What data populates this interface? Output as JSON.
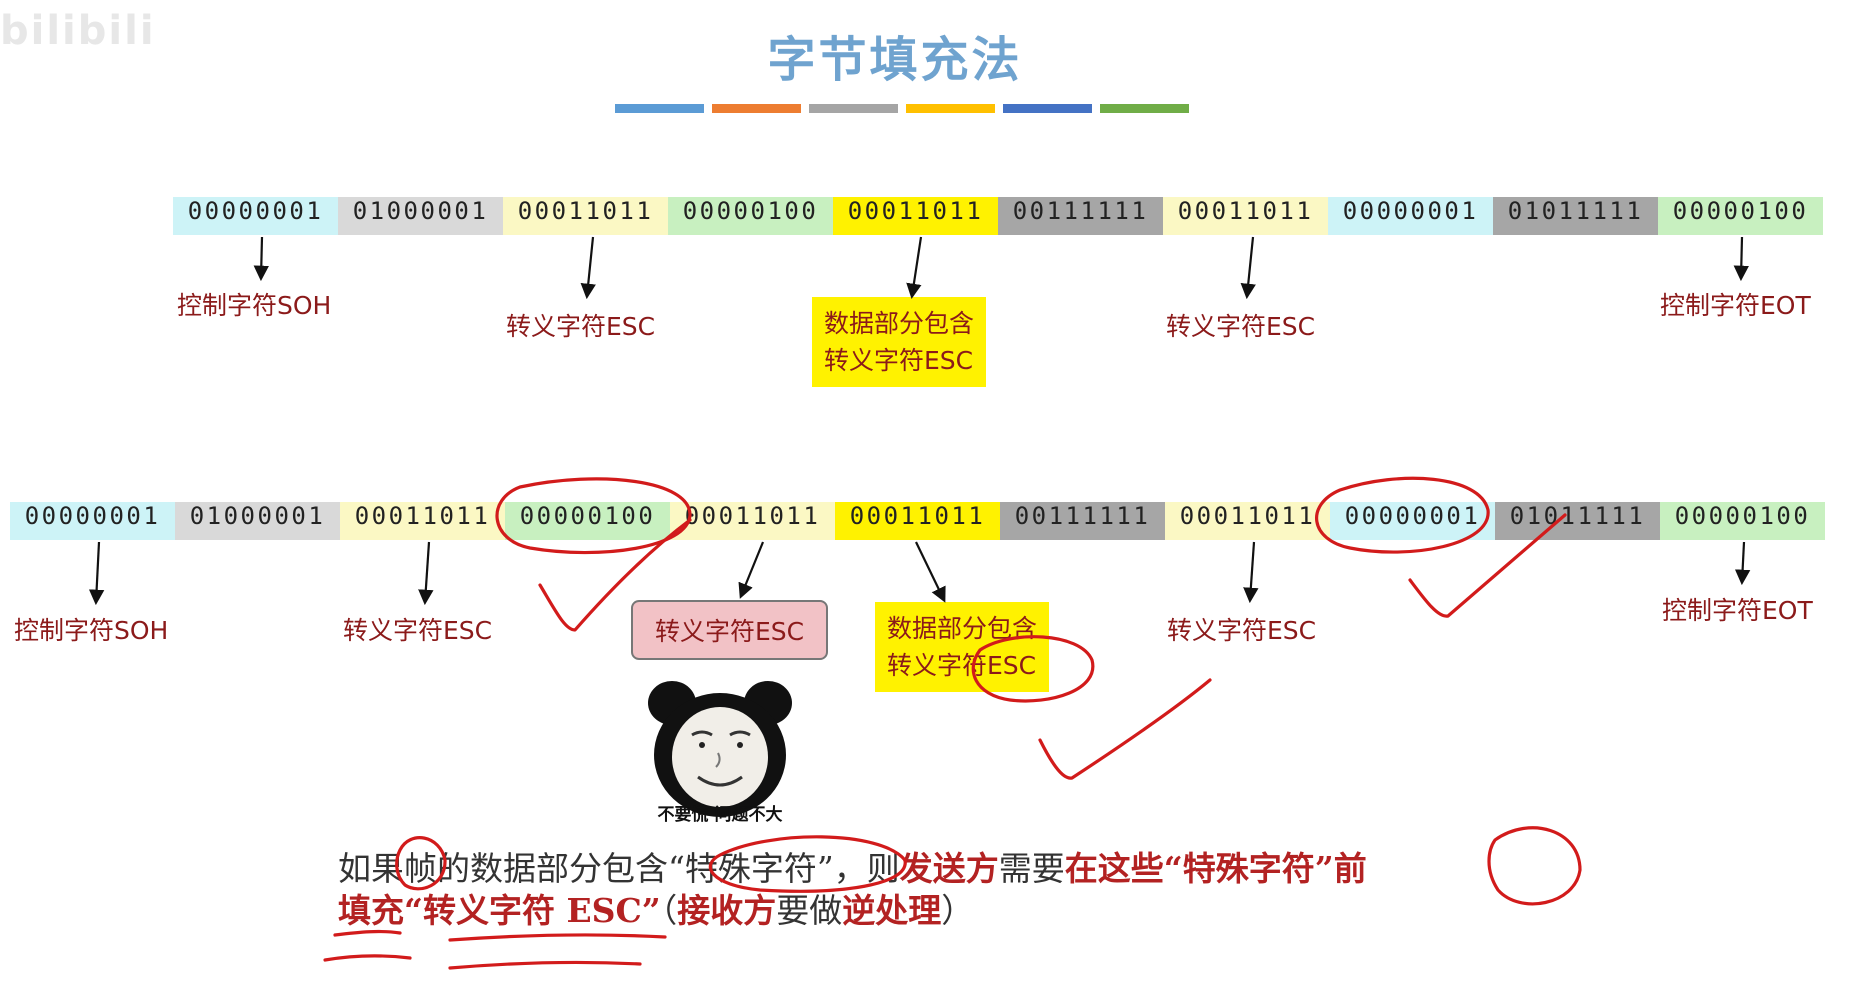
{
  "watermark": "bilibili",
  "title": "字节填充法",
  "palette": [
    "#5b9bd5",
    "#ed7d31",
    "#a5a5a5",
    "#ffc000",
    "#4472c4",
    "#70ad47"
  ],
  "frame1": {
    "cells": [
      {
        "bits": "00000001",
        "color": "#cdf3f7"
      },
      {
        "bits": "01000001",
        "color": "#d9d9d9"
      },
      {
        "bits": "00011011",
        "color": "#fbf8c4"
      },
      {
        "bits": "00000100",
        "color": "#c8f0c0"
      },
      {
        "bits": "00011011",
        "color": "#fff200"
      },
      {
        "bits": "00111111",
        "color": "#a6a6a6"
      },
      {
        "bits": "00011011",
        "color": "#fbf8c4"
      },
      {
        "bits": "00000001",
        "color": "#cdf3f7"
      },
      {
        "bits": "01011111",
        "color": "#a6a6a6"
      },
      {
        "bits": "00000100",
        "color": "#c8f0c0"
      }
    ],
    "labels": {
      "soh": "控制字符SOH",
      "esc1": "转义字符ESC",
      "data_line1": "数据部分包含",
      "data_line2": "转义字符ESC",
      "esc2": "转义字符ESC",
      "eot": "控制字符EOT"
    }
  },
  "frame2": {
    "cells": [
      {
        "bits": "00000001",
        "color": "#cdf3f7"
      },
      {
        "bits": "01000001",
        "color": "#d9d9d9"
      },
      {
        "bits": "00011011",
        "color": "#fbf8c4"
      },
      {
        "bits": "00000100",
        "color": "#c8f0c0"
      },
      {
        "bits": "00011011",
        "color": "#fbf8c4"
      },
      {
        "bits": "00011011",
        "color": "#fff200"
      },
      {
        "bits": "00111111",
        "color": "#a6a6a6"
      },
      {
        "bits": "00011011",
        "color": "#fbf8c4"
      },
      {
        "bits": "00000001",
        "color": "#cdf3f7"
      },
      {
        "bits": "01011111",
        "color": "#a6a6a6"
      },
      {
        "bits": "00000100",
        "color": "#c8f0c0"
      }
    ],
    "labels": {
      "soh": "控制字符SOH",
      "esc1": "转义字符ESC",
      "stuffed_esc": "转义字符ESC",
      "data_line1": "数据部分包含",
      "data_line2": "转义字符ESC",
      "esc2": "转义字符ESC",
      "eot": "控制字符EOT"
    }
  },
  "meme_caption": "不要慌 问题不大",
  "caption": {
    "p1": "如果帧的数据部分包含“特殊字符”，则",
    "p2": "发送方",
    "p3": "需要",
    "p4": "在这些“特殊字符”前",
    "p5": "填充“转义字符 ESC”",
    "p6": "（",
    "p7": "接收方",
    "p8": "要做",
    "p9": "逆处理",
    "p10": "）"
  }
}
